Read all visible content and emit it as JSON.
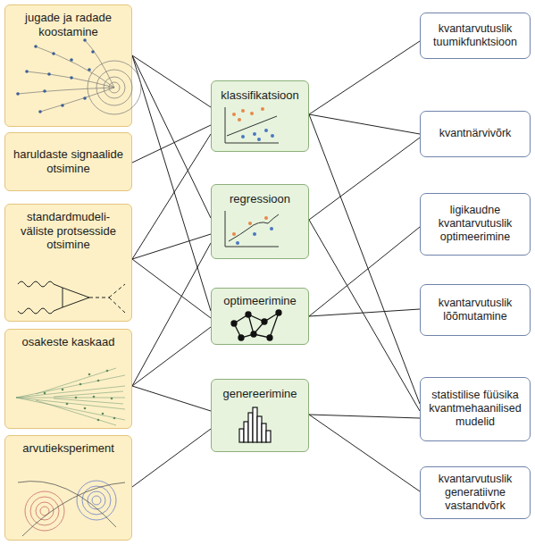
{
  "diagram": {
    "nodes": [
      {
        "text": [
          "jugade ja radade koostamine"
        ]
      },
      {
        "text": [
          "haruldaste signaalide otsimine"
        ]
      },
      {
        "text": [
          "standardmudeli- väliste protsesside otsimine"
        ]
      },
      {
        "text": [
          "osakeste kaskaad"
        ]
      },
      {
        "text": [
          "arvutieksperiment"
        ]
      },
      {
        "text": [
          "klassifikatsioon"
        ]
      },
      {
        "text": [
          "regressioon"
        ]
      },
      {
        "text": [
          "optimeerimine"
        ]
      },
      {
        "text": [
          "genereerimine"
        ]
      },
      {
        "text": [
          "kvantarvutuslik tuumikfunktsioon"
        ]
      },
      {
        "text": [
          "kvantnärvivõrk"
        ]
      },
      {
        "text": [
          "ligikaudne kvantarvutuslik optimeerimine"
        ]
      },
      {
        "text": [
          "kvantarvutuslik lõõmutamine"
        ]
      },
      {
        "text": [
          "statistilise füüsika kvantmehaanilised mudelid"
        ]
      },
      {
        "text": [
          "kvantarvutuslik generatiivne vastandvõrk"
        ]
      }
    ],
    "edges": [
      {
        "from": 0,
        "to": 5,
        "arrow": "none"
      },
      {
        "from": 0,
        "to": 6,
        "arrow": "none"
      },
      {
        "from": 0,
        "to": 7,
        "arrow": "none"
      },
      {
        "from": 1,
        "to": 5,
        "arrow": "none"
      },
      {
        "from": 2,
        "to": 5,
        "arrow": "none"
      },
      {
        "from": 2,
        "to": 6,
        "arrow": "none"
      },
      {
        "from": 2,
        "to": 7,
        "arrow": "none"
      },
      {
        "from": 3,
        "to": 6,
        "arrow": "none"
      },
      {
        "from": 3,
        "to": 7,
        "arrow": "none"
      },
      {
        "from": 3,
        "to": 8,
        "arrow": "none"
      },
      {
        "from": 4,
        "to": 8,
        "arrow": "none"
      },
      {
        "from": 5,
        "to": 9,
        "arrow": "none"
      },
      {
        "from": 5,
        "to": 10,
        "arrow": "none"
      },
      {
        "from": 5,
        "to": 13,
        "arrow": "none"
      },
      {
        "from": 6,
        "to": 10,
        "arrow": "none"
      },
      {
        "from": 6,
        "to": 13,
        "arrow": "none"
      },
      {
        "from": 7,
        "to": 11,
        "arrow": "none"
      },
      {
        "from": 7,
        "to": 12,
        "arrow": "none"
      },
      {
        "from": 8,
        "to": 13,
        "arrow": "none"
      },
      {
        "from": 8,
        "to": 14,
        "arrow": "none"
      }
    ]
  }
}
